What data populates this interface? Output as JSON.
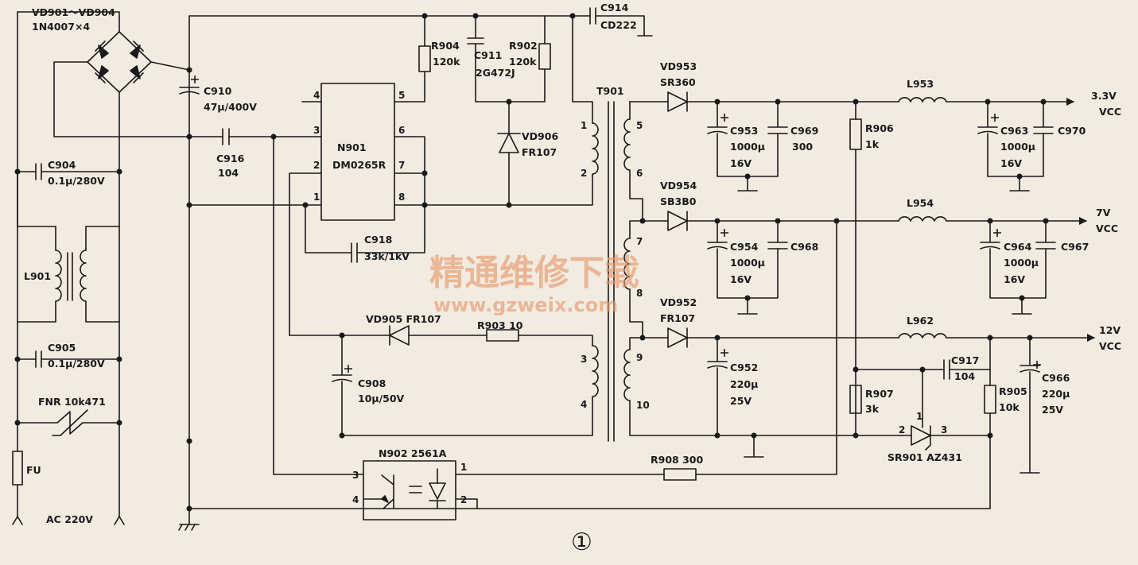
{
  "labels": {
    "bridge": "VD901～VD904",
    "bridge_part": "1N4007×4",
    "c910": "C910",
    "c910_val": "47μ/400V",
    "c916": "C916",
    "c916_val": "104",
    "c904": "C904",
    "c904_val": "0.1μ/280V",
    "l901": "L901",
    "c905": "C905",
    "c905_val": "0.1μ/280V",
    "fnr": "FNR 10k471",
    "fu": "FU",
    "ac": "AC 220V",
    "n901": "N901",
    "n901_part": "DM0265R",
    "r904": "R904",
    "r904_val": "120k",
    "c911": "C911",
    "c911_val": "2G472J",
    "r902": "R902",
    "r902_val": "120k",
    "vd906": "VD906",
    "vd906_part": "FR107",
    "c914": "C914",
    "c914_val": "CD222",
    "t901": "T901",
    "c918": "C918",
    "c918_val": "33k/1kV",
    "vd905": "VD905 FR107",
    "r903": "R903 10",
    "c908": "C908",
    "c908_val": "10μ/50V",
    "n902": "N902 2561A",
    "r908": "R908 300",
    "vd953": "VD953",
    "vd953_part": "SR360",
    "c953": "C953",
    "c953_val1": "1000μ",
    "c953_val2": "16V",
    "c969": "C969",
    "c969_val": "300",
    "r906": "R906",
    "r906_val": "1k",
    "l953": "L953",
    "c963": "C963",
    "c963_val1": "1000μ",
    "c963_val2": "16V",
    "c970": "C970",
    "out1": "3.3V",
    "vcc1": "VCC",
    "vd954": "VD954",
    "vd954_part": "SB3B0",
    "c954": "C954",
    "c954_val1": "1000μ",
    "c954_val2": "16V",
    "c968": "C968",
    "l954": "L954",
    "c964": "C964",
    "c964_val1": "1000μ",
    "c964_val2": "16V",
    "c967": "C967",
    "out2": "7V",
    "vcc2": "VCC",
    "vd952": "VD952",
    "vd952_part": "FR107",
    "c952": "C952",
    "c952_val1": "220μ",
    "c952_val2": "25V",
    "l962": "L962",
    "out3": "12V",
    "vcc3": "VCC",
    "c917": "C917",
    "c917_val": "104",
    "r907": "R907",
    "r907_val": "3k",
    "r905": "R905",
    "r905_val": "10k",
    "c966": "C966",
    "c966_val1": "220μ",
    "c966_val2": "25V",
    "sr901": "SR901 AZ431"
  },
  "pins": {
    "n901_1": "1",
    "n901_2": "2",
    "n901_3": "3",
    "n901_4": "4",
    "n901_5": "5",
    "n901_6": "6",
    "n901_7": "7",
    "n901_8": "8",
    "t_1": "1",
    "t_2": "2",
    "t_3": "3",
    "t_4": "4",
    "t_5": "5",
    "t_6": "6",
    "t_7": "7",
    "t_8": "8",
    "t_9": "9",
    "t_10": "10",
    "n902_1": "1",
    "n902_2": "2",
    "n902_3": "3",
    "n902_4": "4",
    "sr_1": "1",
    "sr_2": "2",
    "sr_3": "3"
  },
  "watermark": {
    "title": "精通维修下载",
    "url": "www.gzweix.com"
  },
  "figure_number": "①",
  "colors": {
    "ink": "#1a1a1a",
    "paper": "#f1ebe1",
    "watermark": "#e79a6e"
  }
}
